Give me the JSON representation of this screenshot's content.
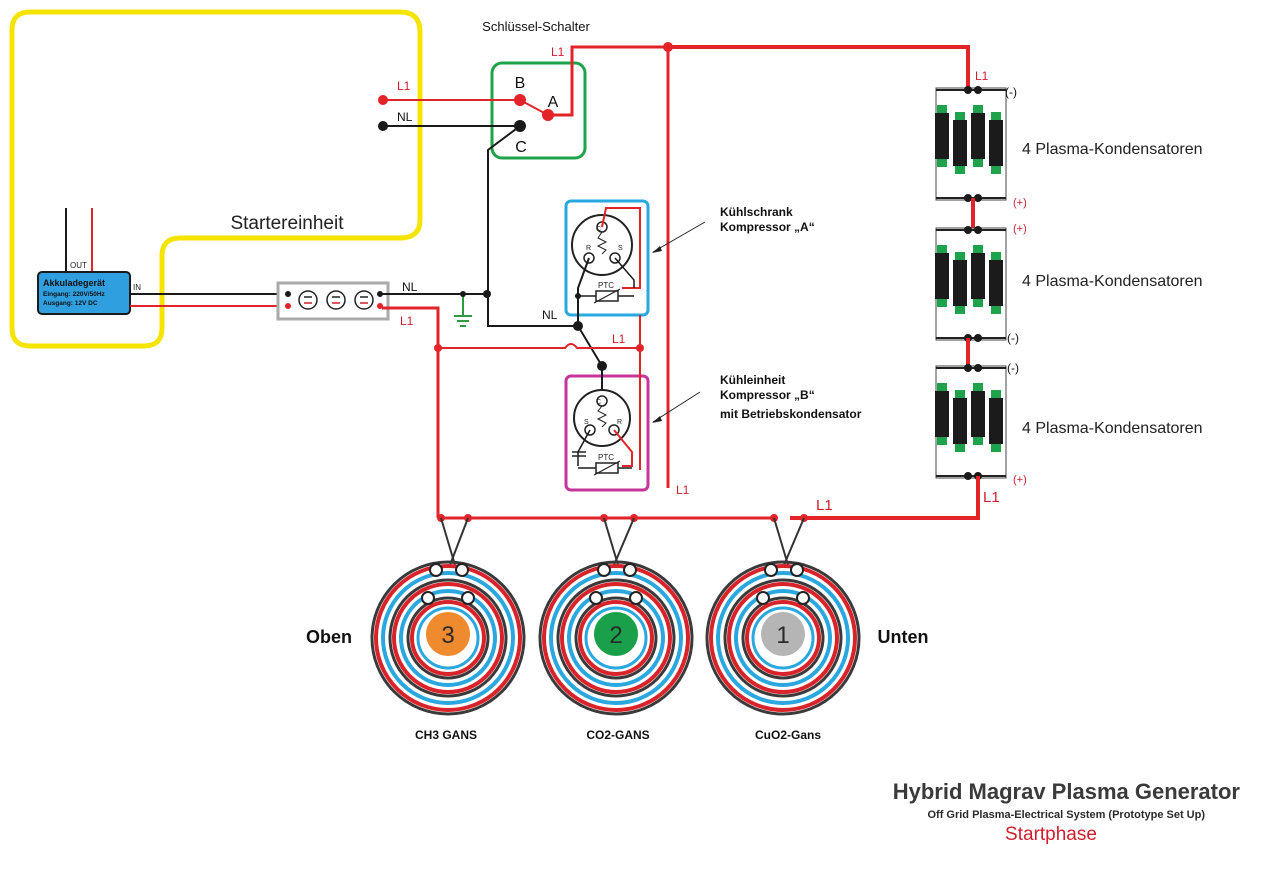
{
  "title": "Hybrid Magrav Plasma Generator",
  "subtitle": "Off Grid Plasma-Electrical System (Prototype Set Up)",
  "phase": "Startphase",
  "colors": {
    "live": "#e2232a",
    "neutral": "#1a1a1a",
    "starter_box": "#f5e300",
    "switch_box": "#1fa34a",
    "compressor_a_box": "#29a8e0",
    "compressor_b_box": "#c7359b",
    "ground": "#2e9b3e",
    "charger_fill": "#2f9fe0",
    "coil_red": "#d8232a",
    "coil_blue": "#2aa7de",
    "capacitor_green": "#1ea24b"
  },
  "switch": {
    "label": "Schlüssel-Schalter",
    "terminal_a": "A",
    "terminal_b": "B",
    "terminal_c": "C"
  },
  "labels": {
    "l1": "L1",
    "nl": "NL",
    "in": "IN",
    "out": "OUT",
    "plus": "(+)",
    "minus": "(-)"
  },
  "starter": {
    "label": "Startereinheit",
    "charger_title": "Akkuladegerät",
    "charger_input": "Eingang: 220V/50Hz",
    "charger_output": "Ausgang: 12V DC"
  },
  "compressor_a": {
    "line1": "Kühlschrank",
    "line2": "Kompressor „A“",
    "ptc": "PTC",
    "pin_c": "C",
    "pin_r": "R",
    "pin_s": "S"
  },
  "compressor_b": {
    "line1": "Kühleinheit",
    "line2": "Kompressor „B“",
    "line3": "mit Betriebskondensator",
    "ptc": "PTC",
    "pin_c": "C",
    "pin_r": "R",
    "pin_s": "S"
  },
  "capacitor_banks": [
    {
      "label": "4 Plasma-Kondensatoren"
    },
    {
      "label": "4 Plasma-Kondensatoren"
    },
    {
      "label": "4 Plasma-Kondensatoren"
    }
  ],
  "coils": [
    {
      "number": "3",
      "name": "CH3 GANS",
      "color": "#ef8a2e"
    },
    {
      "number": "2",
      "name": "CO2-GANS",
      "color": "#1aa04b"
    },
    {
      "number": "1",
      "name": "CuO2-Gans",
      "color": "#b5b5b5"
    }
  ],
  "coil_side_labels": {
    "left": "Oben",
    "right": "Unten"
  }
}
